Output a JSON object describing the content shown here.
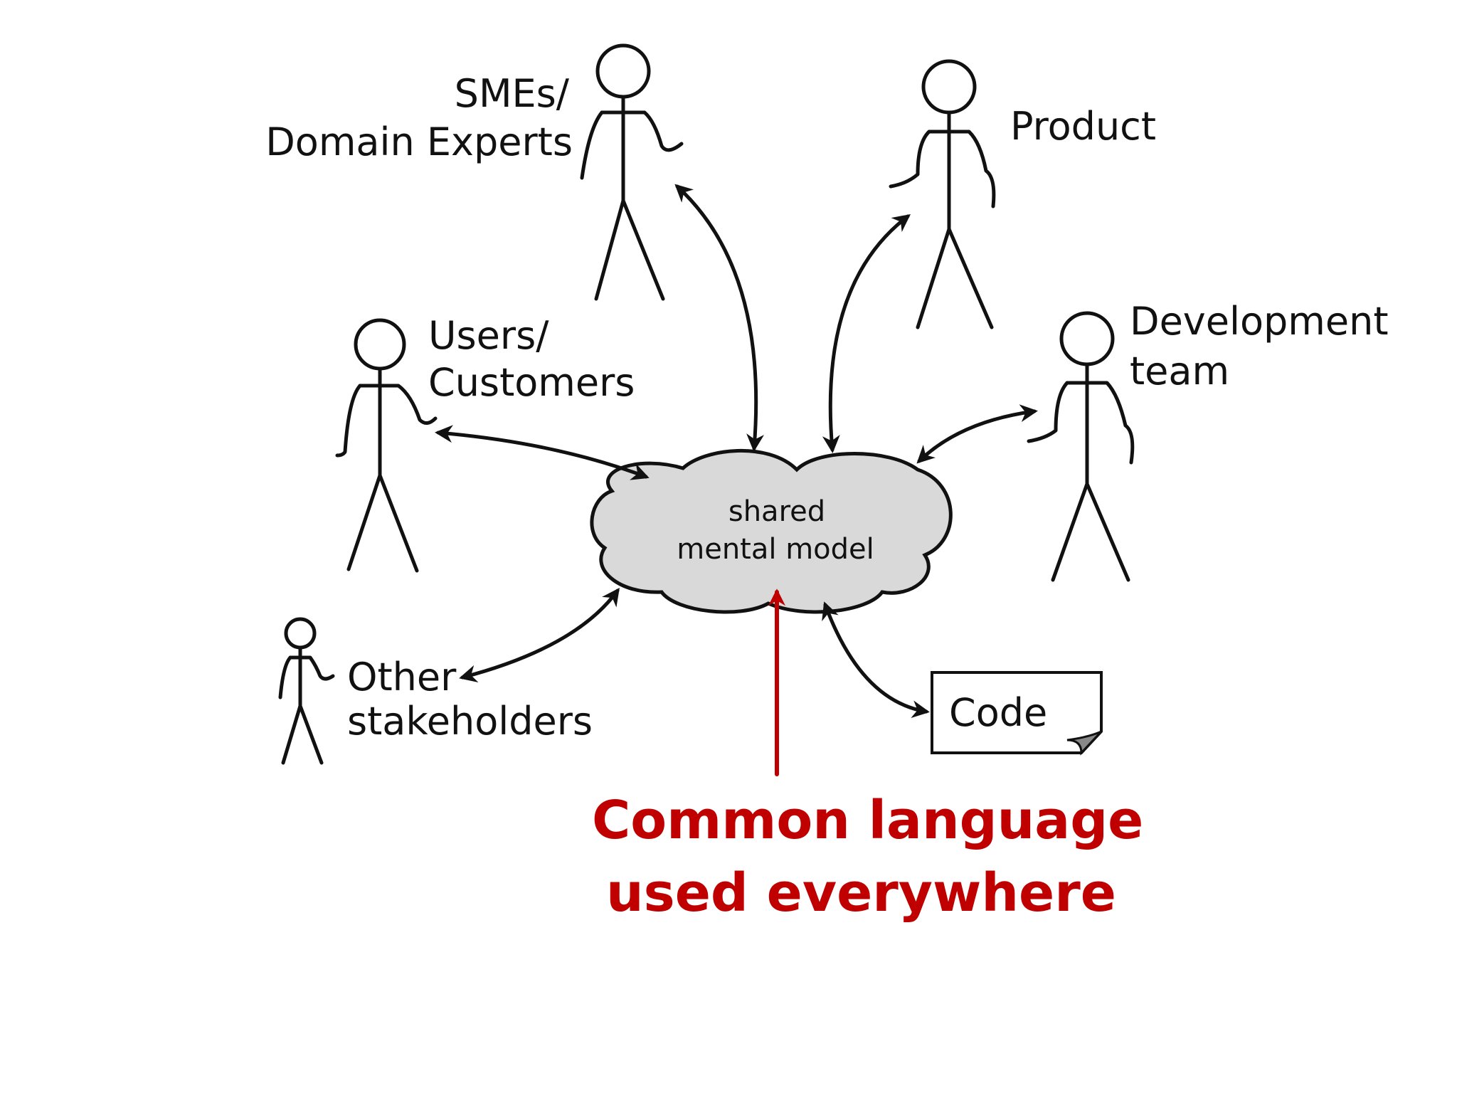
{
  "people": {
    "smes": {
      "line1": "SMEs/",
      "line2": "Domain Experts"
    },
    "product": {
      "line1": "Product"
    },
    "users": {
      "line1": "Users/",
      "line2": "Customers"
    },
    "dev": {
      "line1": "Development",
      "line2": "team"
    },
    "other": {
      "line1": "Other",
      "line2": "stakeholders"
    }
  },
  "cloud": {
    "line1": "shared",
    "line2": "mental model"
  },
  "code": {
    "label": "Code"
  },
  "callout": {
    "line1": "Common language",
    "line2": "used everywhere"
  },
  "colors": {
    "accent": "#c00000",
    "cloud_fill": "#d9d9d9",
    "ink": "#111111",
    "code_corner": "#888888"
  }
}
